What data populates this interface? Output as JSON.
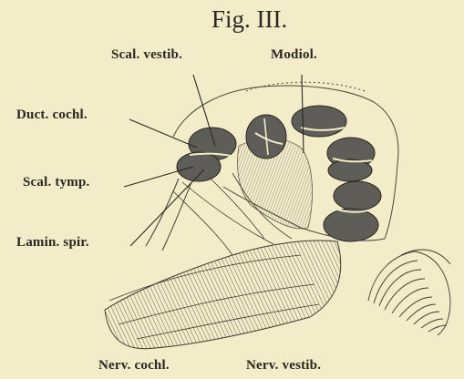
{
  "figure": {
    "title": "Fig. III.",
    "labels": {
      "scal_vestib": "Scal. vestib.",
      "modiol": "Modiol.",
      "duct_cochl": "Duct. cochl.",
      "scal_tymp": "Scal. tymp.",
      "lamin_spir": "Lamin. spir.",
      "nerv_cochl": "Nerv. cochl.",
      "nerv_vestib": "Nerv. vestib."
    }
  },
  "colors": {
    "paper": "#f3ecc8",
    "ink": "#2b2621",
    "cavity": "#5f5d58"
  }
}
